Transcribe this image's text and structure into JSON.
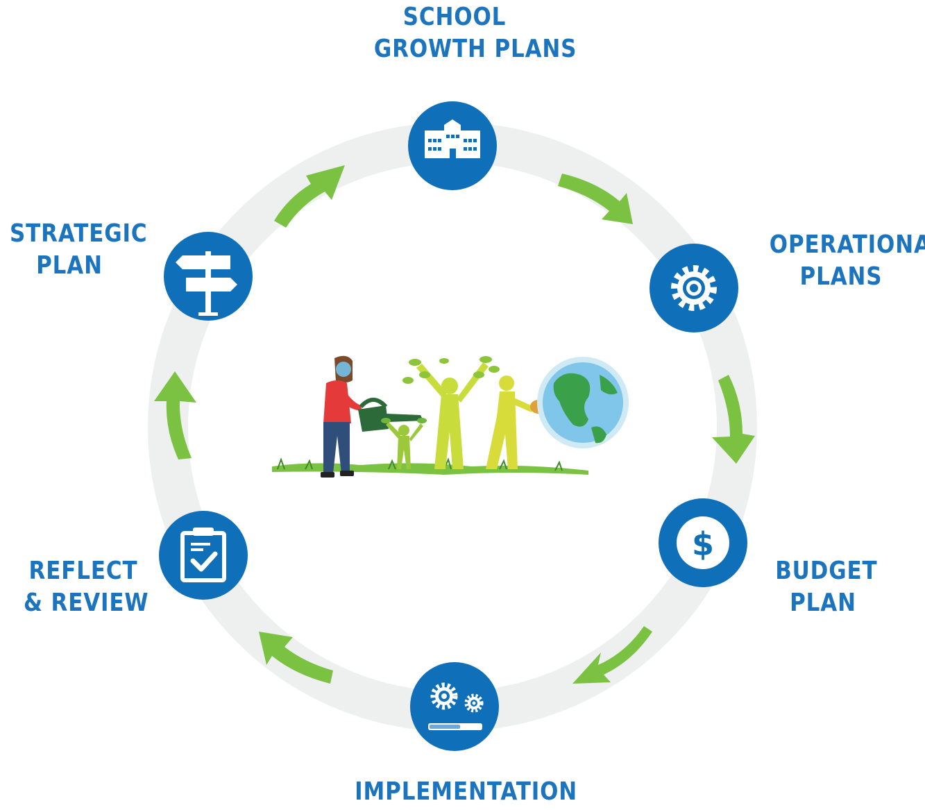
{
  "diagram": {
    "type": "cycle",
    "colors": {
      "node_fill": "#0f70b9",
      "ring": "#eef0f0",
      "arrow": "#7bc242",
      "label": "#1b74bd"
    },
    "stages": [
      {
        "id": "school-growth-plans",
        "lines": [
          "SCHOOL",
          "GROWTH PLANS"
        ],
        "icon": "school-building-icon"
      },
      {
        "id": "operational-plans",
        "lines": [
          "OPERATIONAL",
          "PLANS"
        ],
        "icon": "gear-icon"
      },
      {
        "id": "budget-plan",
        "lines": [
          "BUDGET",
          "PLAN"
        ],
        "icon": "dollar-coin-icon"
      },
      {
        "id": "implementation",
        "lines": [
          "IMPLEMENTATION"
        ],
        "icon": "gears-progress-icon"
      },
      {
        "id": "reflect-review",
        "lines": [
          "REFLECT",
          "& REVIEW"
        ],
        "icon": "clipboard-check-icon"
      },
      {
        "id": "strategic-plan",
        "lines": [
          "STRATEGIC",
          "PLAN"
        ],
        "icon": "signpost-icon"
      }
    ],
    "center_illustration": "people-watering-trees-and-globe-illustration"
  }
}
